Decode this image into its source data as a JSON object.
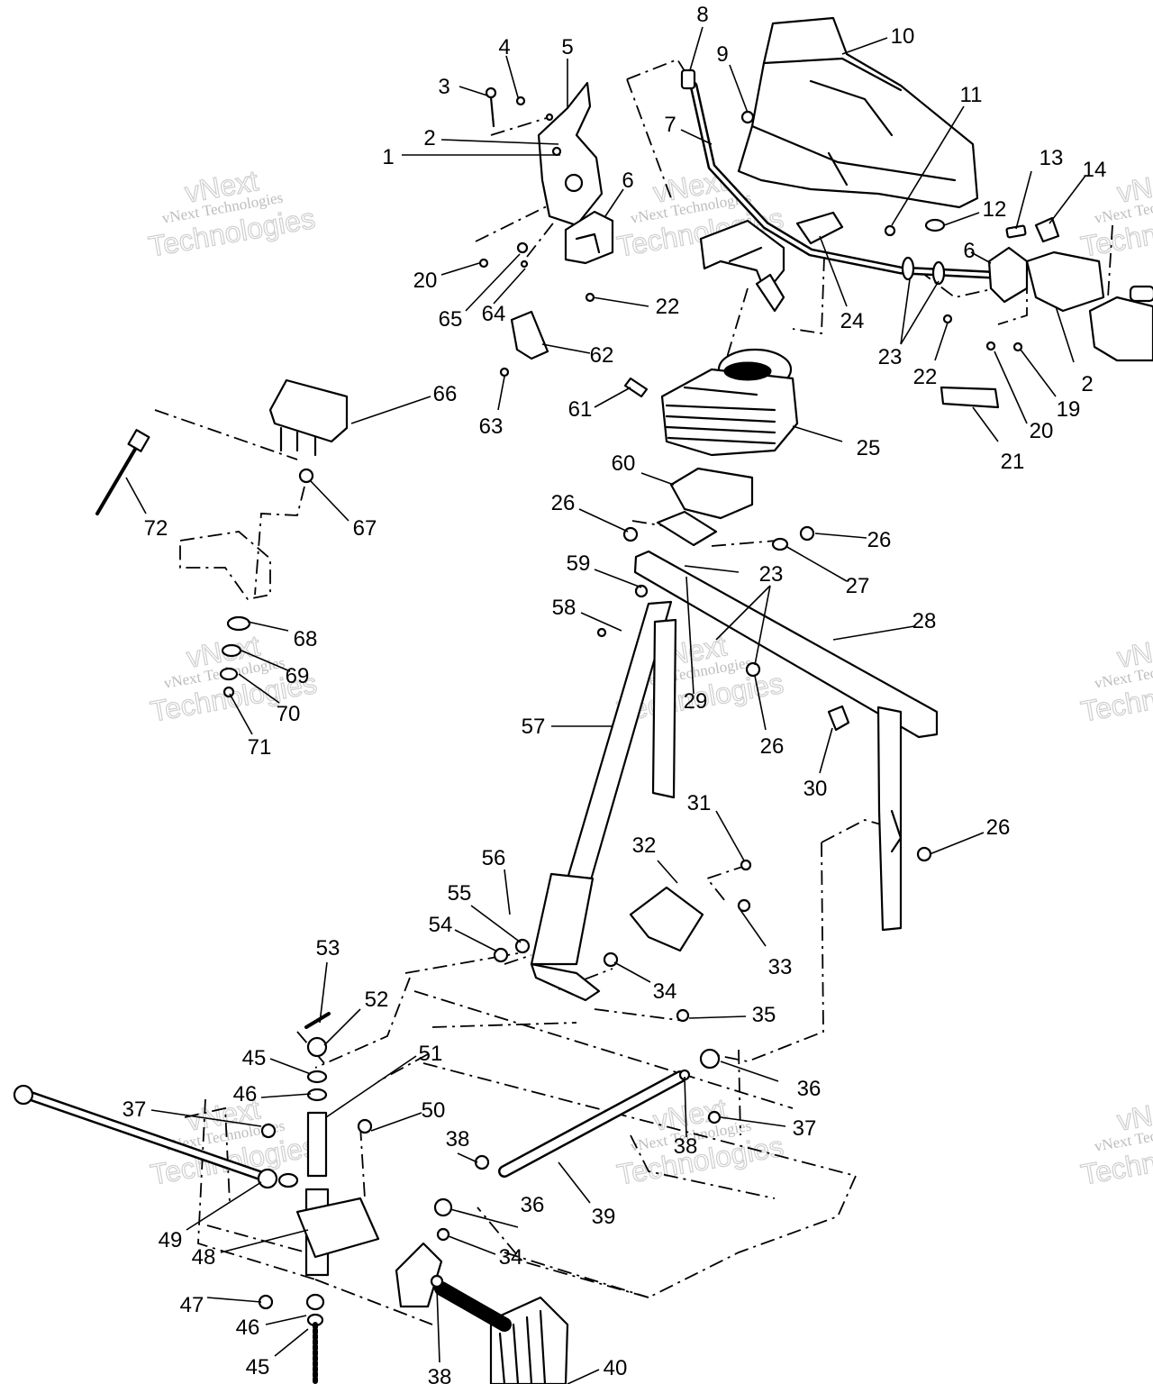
{
  "watermark": {
    "line1": "vNext Technologies",
    "line2": "vNext",
    "line3": "Technologies"
  },
  "callouts": [
    {
      "id": "c8",
      "text": "8"
    },
    {
      "id": "c10",
      "text": "10"
    },
    {
      "id": "c9",
      "text": "9"
    },
    {
      "id": "c11",
      "text": "11"
    },
    {
      "id": "c4",
      "text": "4"
    },
    {
      "id": "c5",
      "text": "5"
    },
    {
      "id": "c3",
      "text": "3"
    },
    {
      "id": "c7",
      "text": "7"
    },
    {
      "id": "c2a",
      "text": "2"
    },
    {
      "id": "c1",
      "text": "1"
    },
    {
      "id": "c13",
      "text": "13"
    },
    {
      "id": "c14",
      "text": "14"
    },
    {
      "id": "c6a",
      "text": "6"
    },
    {
      "id": "c12",
      "text": "12"
    },
    {
      "id": "c6b",
      "text": "6"
    },
    {
      "id": "c20a",
      "text": "20"
    },
    {
      "id": "c22a",
      "text": "22"
    },
    {
      "id": "c65",
      "text": "65"
    },
    {
      "id": "c64",
      "text": "64"
    },
    {
      "id": "c24",
      "text": "24"
    },
    {
      "id": "c23a",
      "text": "23"
    },
    {
      "id": "c2b",
      "text": "2"
    },
    {
      "id": "c22b",
      "text": "22"
    },
    {
      "id": "c62",
      "text": "62"
    },
    {
      "id": "c19",
      "text": "19"
    },
    {
      "id": "c66",
      "text": "66"
    },
    {
      "id": "c61",
      "text": "61"
    },
    {
      "id": "c63",
      "text": "63"
    },
    {
      "id": "c20b",
      "text": "20"
    },
    {
      "id": "c25",
      "text": "25"
    },
    {
      "id": "c21",
      "text": "21"
    },
    {
      "id": "c72",
      "text": "72"
    },
    {
      "id": "c67",
      "text": "67"
    },
    {
      "id": "c60",
      "text": "60"
    },
    {
      "id": "c26a",
      "text": "26"
    },
    {
      "id": "c26b",
      "text": "26"
    },
    {
      "id": "c59",
      "text": "59"
    },
    {
      "id": "c23b",
      "text": "23"
    },
    {
      "id": "c27",
      "text": "27"
    },
    {
      "id": "c58",
      "text": "58"
    },
    {
      "id": "c28",
      "text": "28"
    },
    {
      "id": "c68",
      "text": "68"
    },
    {
      "id": "c69",
      "text": "69"
    },
    {
      "id": "c70",
      "text": "70"
    },
    {
      "id": "c29",
      "text": "29"
    },
    {
      "id": "c57",
      "text": "57"
    },
    {
      "id": "c26c",
      "text": "26"
    },
    {
      "id": "c71",
      "text": "71"
    },
    {
      "id": "c30",
      "text": "30"
    },
    {
      "id": "c31",
      "text": "31"
    },
    {
      "id": "c26d",
      "text": "26"
    },
    {
      "id": "c32",
      "text": "32"
    },
    {
      "id": "c56",
      "text": "56"
    },
    {
      "id": "c55",
      "text": "55"
    },
    {
      "id": "c54",
      "text": "54"
    },
    {
      "id": "c33",
      "text": "33"
    },
    {
      "id": "c34a",
      "text": "34"
    },
    {
      "id": "c53",
      "text": "53"
    },
    {
      "id": "c52",
      "text": "52"
    },
    {
      "id": "c35",
      "text": "35"
    },
    {
      "id": "c45a",
      "text": "45"
    },
    {
      "id": "c51",
      "text": "51"
    },
    {
      "id": "c36a",
      "text": "36"
    },
    {
      "id": "c46a",
      "text": "46"
    },
    {
      "id": "c37a",
      "text": "37"
    },
    {
      "id": "c50",
      "text": "50"
    },
    {
      "id": "c37b",
      "text": "37"
    },
    {
      "id": "c38a",
      "text": "38"
    },
    {
      "id": "c38b",
      "text": "38"
    },
    {
      "id": "c39",
      "text": "39"
    },
    {
      "id": "c36b",
      "text": "36"
    },
    {
      "id": "c49",
      "text": "49"
    },
    {
      "id": "c48",
      "text": "48"
    },
    {
      "id": "c34b",
      "text": "34"
    },
    {
      "id": "c47",
      "text": "47"
    },
    {
      "id": "c46b",
      "text": "46"
    },
    {
      "id": "c45b",
      "text": "45"
    },
    {
      "id": "c38c",
      "text": "38"
    },
    {
      "id": "c40",
      "text": "40"
    }
  ]
}
